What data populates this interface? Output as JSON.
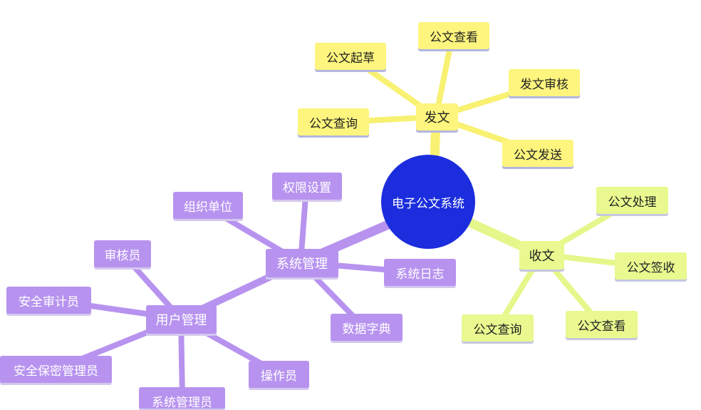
{
  "center": {
    "label": "电子公文系统",
    "color": "#1b2ddd"
  },
  "branches": {
    "send": {
      "label": "发文",
      "color": "#fdf57d",
      "items": [
        "公文起草",
        "公文查看",
        "发文审核",
        "公文查询",
        "公文发送"
      ]
    },
    "receive": {
      "label": "收文",
      "color": "#e9f98f",
      "items": [
        "公文处理",
        "公文签收",
        "公文查询",
        "公文查看"
      ]
    },
    "system": {
      "label": "系统管理",
      "color": "#b793ef",
      "items": [
        "组织单位",
        "权限设置",
        "系统日志",
        "数据字典"
      ],
      "user": {
        "label": "用户管理",
        "items": [
          "审核员",
          "安全审计员",
          "安全保密管理员",
          "系统管理员",
          "操作员"
        ]
      }
    }
  }
}
